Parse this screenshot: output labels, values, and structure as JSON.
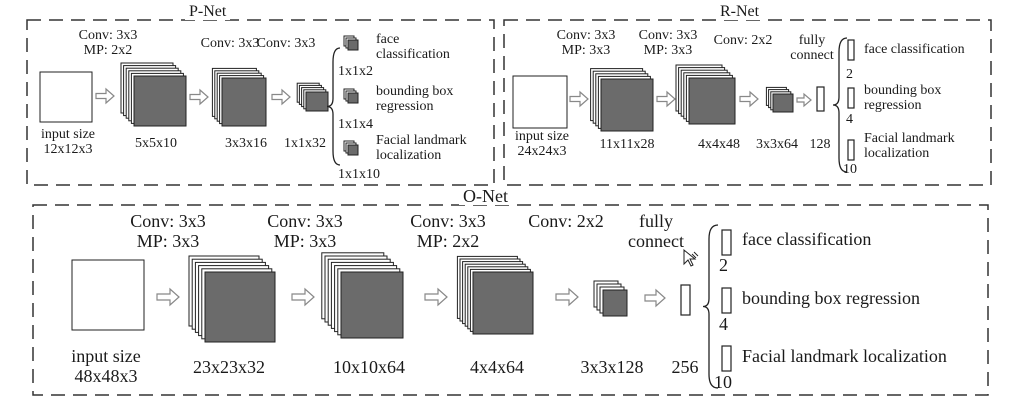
{
  "pnet": {
    "title": "P-Net",
    "input_label": [
      "input size",
      "12x12x3"
    ],
    "conv1": [
      "Conv: 3x3",
      "MP: 2x2"
    ],
    "conv2": "Conv: 3x3",
    "conv3": "Conv: 3x3",
    "map1": "5x5x10",
    "map2": "3x3x16",
    "map3": "1x1x32",
    "out1": [
      "face",
      "classification"
    ],
    "out1_dim": "1x1x2",
    "out2": [
      "bounding box",
      "regression"
    ],
    "out2_dim": "1x1x4",
    "out3": [
      "Facial landmark",
      "localization"
    ],
    "out3_dim": "1x1x10"
  },
  "rnet": {
    "title": "R-Net",
    "input_label": [
      "input size",
      "24x24x3"
    ],
    "conv1": [
      "Conv: 3x3",
      "MP: 3x3"
    ],
    "conv2": [
      "Conv: 3x3",
      "MP: 3x3"
    ],
    "conv3": "Conv: 2x2",
    "fc": [
      "fully",
      "connect"
    ],
    "map1": "11x11x28",
    "map2": "4x4x48",
    "map3": "3x3x64",
    "fc_dim": "128",
    "out1": "face classification",
    "out1_dim": "2",
    "out2": [
      "bounding box",
      "regression"
    ],
    "out2_dim": "4",
    "out3": [
      "Facial landmark",
      "localization"
    ],
    "out3_dim": "10"
  },
  "onet": {
    "title": "O-Net",
    "input_label": [
      "input size",
      "48x48x3"
    ],
    "conv1": [
      "Conv: 3x3",
      "MP: 3x3"
    ],
    "conv2": [
      "Conv: 3x3",
      "MP: 3x3"
    ],
    "conv3": [
      "Conv: 3x3",
      "MP: 2x2"
    ],
    "conv4": "Conv: 2x2",
    "fc": [
      "fully",
      "connect"
    ],
    "map1": "23x23x32",
    "map2": "10x10x64",
    "map3": "4x4x64",
    "map4": "3x3x128",
    "fc_dim": "256",
    "out1": "face classification",
    "out1_dim": "2",
    "out2": "bounding box regression",
    "out2_dim": "4",
    "out3": "Facial landmark localization",
    "out3_dim": "10"
  },
  "colors": {
    "feature_map_front": "#6b6b6b",
    "feature_map_back": "#ffffff",
    "line": "#222222",
    "arrow": "#888888"
  },
  "icons": [
    "arrow-icon",
    "cursor-icon"
  ]
}
